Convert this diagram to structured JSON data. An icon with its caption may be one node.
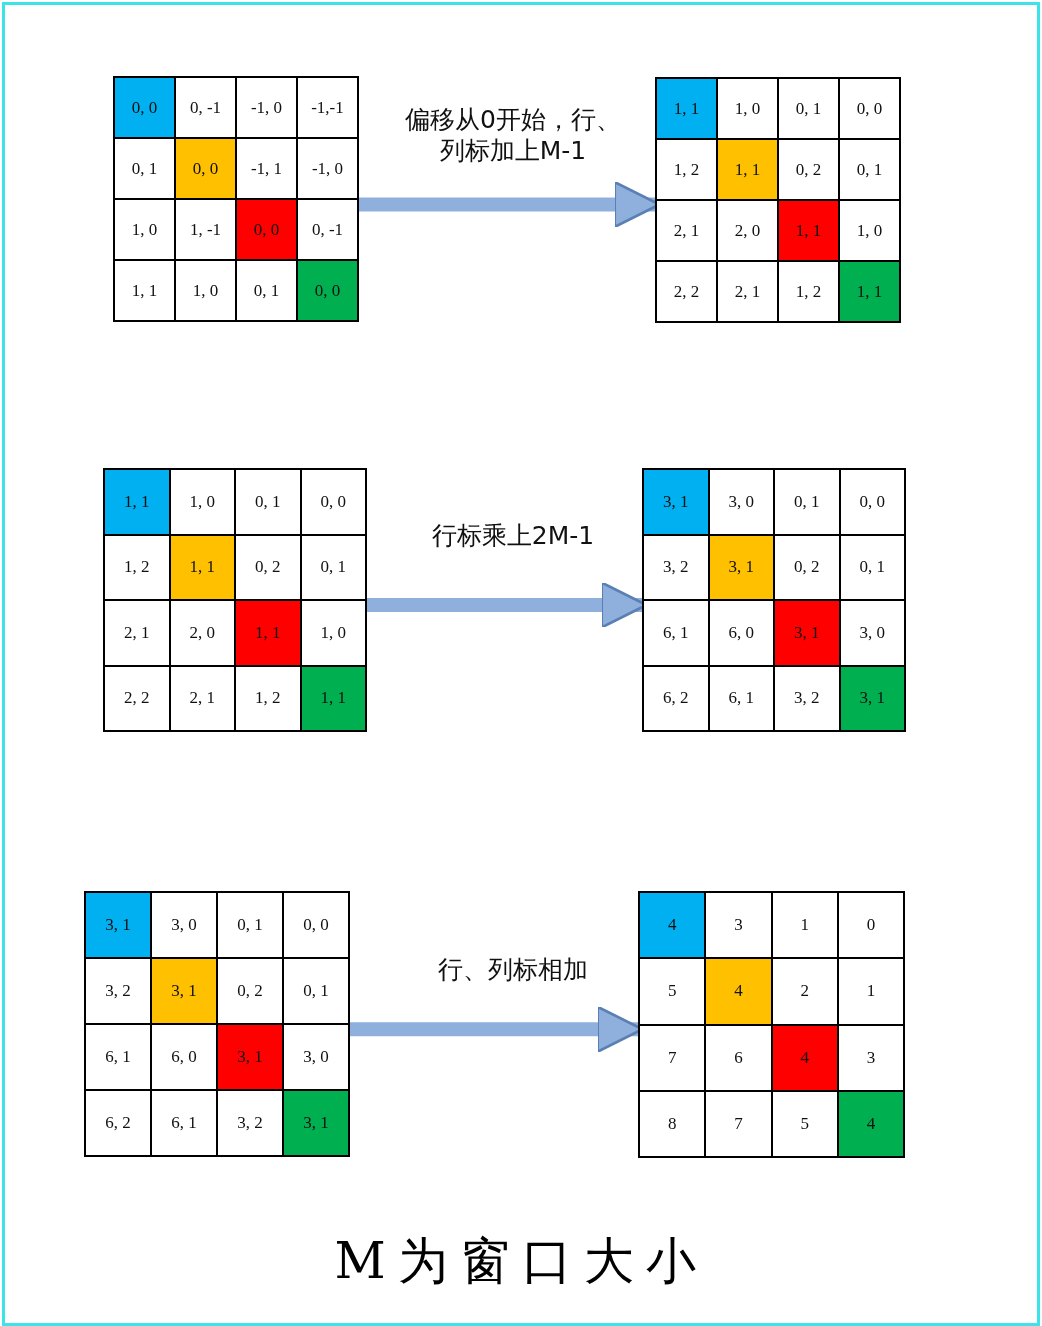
{
  "diagram": {
    "caption": "M为窗口大小",
    "nodes": [
      {
        "text": [
          "0, 0",
          "0, -1",
          "-1, 0",
          "-1,-1",
          "0, 1",
          "0, 0",
          "-1, 1",
          "-1, 0",
          "1, 0",
          "1, -1",
          "0, 0",
          "0, -1",
          "1, 1",
          "1, 0",
          "0, 1",
          "0, 0"
        ]
      },
      {
        "text": [
          "1, 1",
          "1, 0",
          "0, 1",
          "0, 0",
          "1, 2",
          "1, 1",
          "0, 2",
          "0, 1",
          "2, 1",
          "2, 0",
          "1, 1",
          "1, 0",
          "2, 2",
          "2, 1",
          "1, 2",
          "1, 1"
        ]
      },
      {
        "text": [
          "1, 1",
          "1, 0",
          "0, 1",
          "0, 0",
          "1, 2",
          "1, 1",
          "0, 2",
          "0, 1",
          "2, 1",
          "2, 0",
          "1, 1",
          "1, 0",
          "2, 2",
          "2, 1",
          "1, 2",
          "1, 1"
        ]
      },
      {
        "text": [
          "3, 1",
          "3, 0",
          "0, 1",
          "0, 0",
          "3, 2",
          "3, 1",
          "0, 2",
          "0, 1",
          "6, 1",
          "6, 0",
          "3, 1",
          "3, 0",
          "6, 2",
          "6, 1",
          "3, 2",
          "3, 1"
        ]
      },
      {
        "text": [
          "3, 1",
          "3, 0",
          "0, 1",
          "0, 0",
          "3, 2",
          "3, 1",
          "0, 2",
          "0, 1",
          "6, 1",
          "6, 0",
          "3, 1",
          "3, 0",
          "6, 2",
          "6, 1",
          "3, 2",
          "3, 1"
        ]
      },
      {
        "text": [
          "4",
          "3",
          "1",
          "0",
          "5",
          "4",
          "2",
          "1",
          "7",
          "6",
          "4",
          "3",
          "8",
          "7",
          "5",
          "4"
        ]
      }
    ],
    "edges": [
      {
        "from": 0,
        "to": 1,
        "arrow": "to",
        "label": "偏移从0开始，行、列标加上M-1"
      },
      {
        "from": 2,
        "to": 3,
        "arrow": "to",
        "label": "行标乘上2M-1"
      },
      {
        "from": 4,
        "to": 5,
        "arrow": "to",
        "label": "行、列标相加"
      }
    ]
  }
}
